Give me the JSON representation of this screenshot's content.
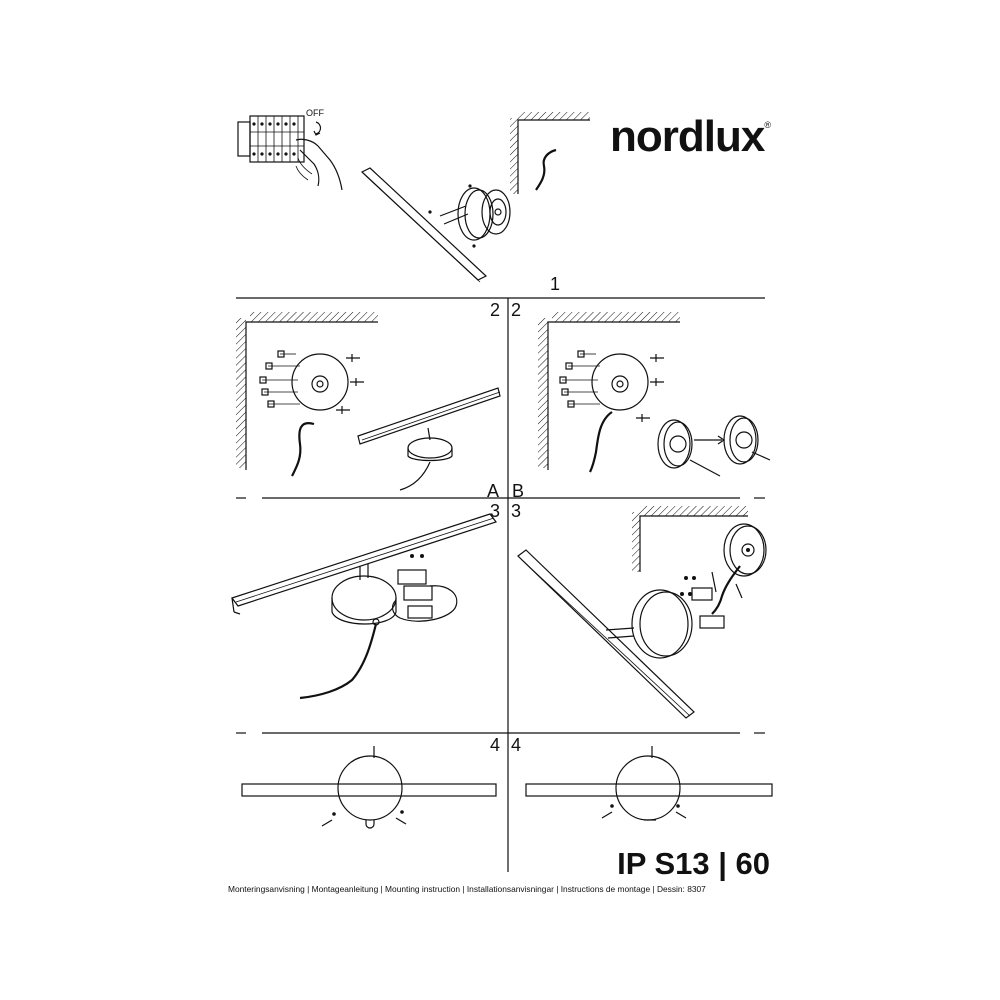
{
  "brand": {
    "name": "nordlux",
    "registered": "®"
  },
  "switch_label": "OFF",
  "steps": {
    "s1": "1",
    "s2_left": "2",
    "s2_right": "2",
    "variant_a": "A",
    "variant_b": "B",
    "s3_left": "3",
    "s3_right": "3",
    "s4_left": "4",
    "s4_right": "4"
  },
  "product_title": "IP S13 | 60",
  "footer_text": "Monteringsanvisning | Montageanleitung | Mounting instruction | Installationsanvisningar | Instructions de montage | Dessin: 8307"
}
